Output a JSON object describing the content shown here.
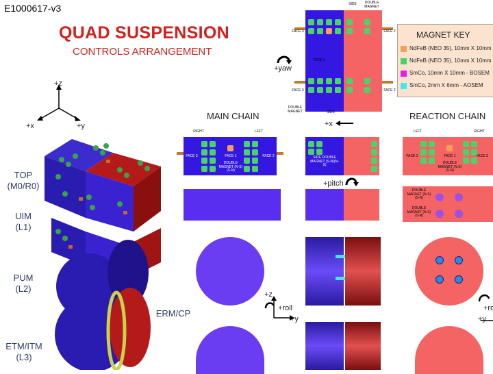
{
  "doc_id": "E1000617-v3",
  "title": "QUAD SUSPENSION",
  "subtitle": "CONTROLS ARRANGEMENT",
  "axes": {
    "z": "+z",
    "x": "+x",
    "y": "+y"
  },
  "stage_labels": {
    "top": "TOP\n(M0/R0)",
    "uim": "UIM\n(L1)",
    "pum": "PUM\n(L2)",
    "etm": "ETM/ITM\n(L3)",
    "erm": "ERM/CP"
  },
  "chain_labels": {
    "main": "MAIN CHAIN",
    "reaction": "REACTION CHAIN"
  },
  "dof_labels": {
    "yaw": "+yaw",
    "x": "+x",
    "pitch": "+pitch",
    "roll": "+roll",
    "z": "+z",
    "y": "+y",
    "roll_right": "+ro",
    "y_right": "+y"
  },
  "magnet_key": {
    "title": "MAGNET KEY",
    "rows": [
      {
        "color": "#f2a05c",
        "text": "NdFeB (NEO 35), 10mm X 10mm -"
      },
      {
        "color": "#4bd36a",
        "text": "NdFeB (NEO 35), 10mm X 10mm -"
      },
      {
        "color": "#e81ce8",
        "text": "SmCo, 10mm X 10mm - BOSEM"
      },
      {
        "color": "#46e6f2",
        "text": "SmCo, 2mm X 6mm - AOSEM"
      }
    ]
  },
  "face_labels": {
    "face1": "FACE 1",
    "face2": "FACE 2",
    "face3": "FACE 3",
    "left": "LEFT",
    "right": "RIGHT",
    "side": "SIDE",
    "double_magnet": "DOUBLE MAGNET",
    "double_magnet_main": "DOUBLE MAGNET (N-S)(S-N)",
    "side_double": "SIDE DOUBLE MAGNET (S-N)(N-S)"
  },
  "colors": {
    "blue": "#3417e0",
    "red": "#f56464",
    "green": "#4bd36a",
    "orange": "#f2a05c",
    "title_red": "#d2201c"
  }
}
